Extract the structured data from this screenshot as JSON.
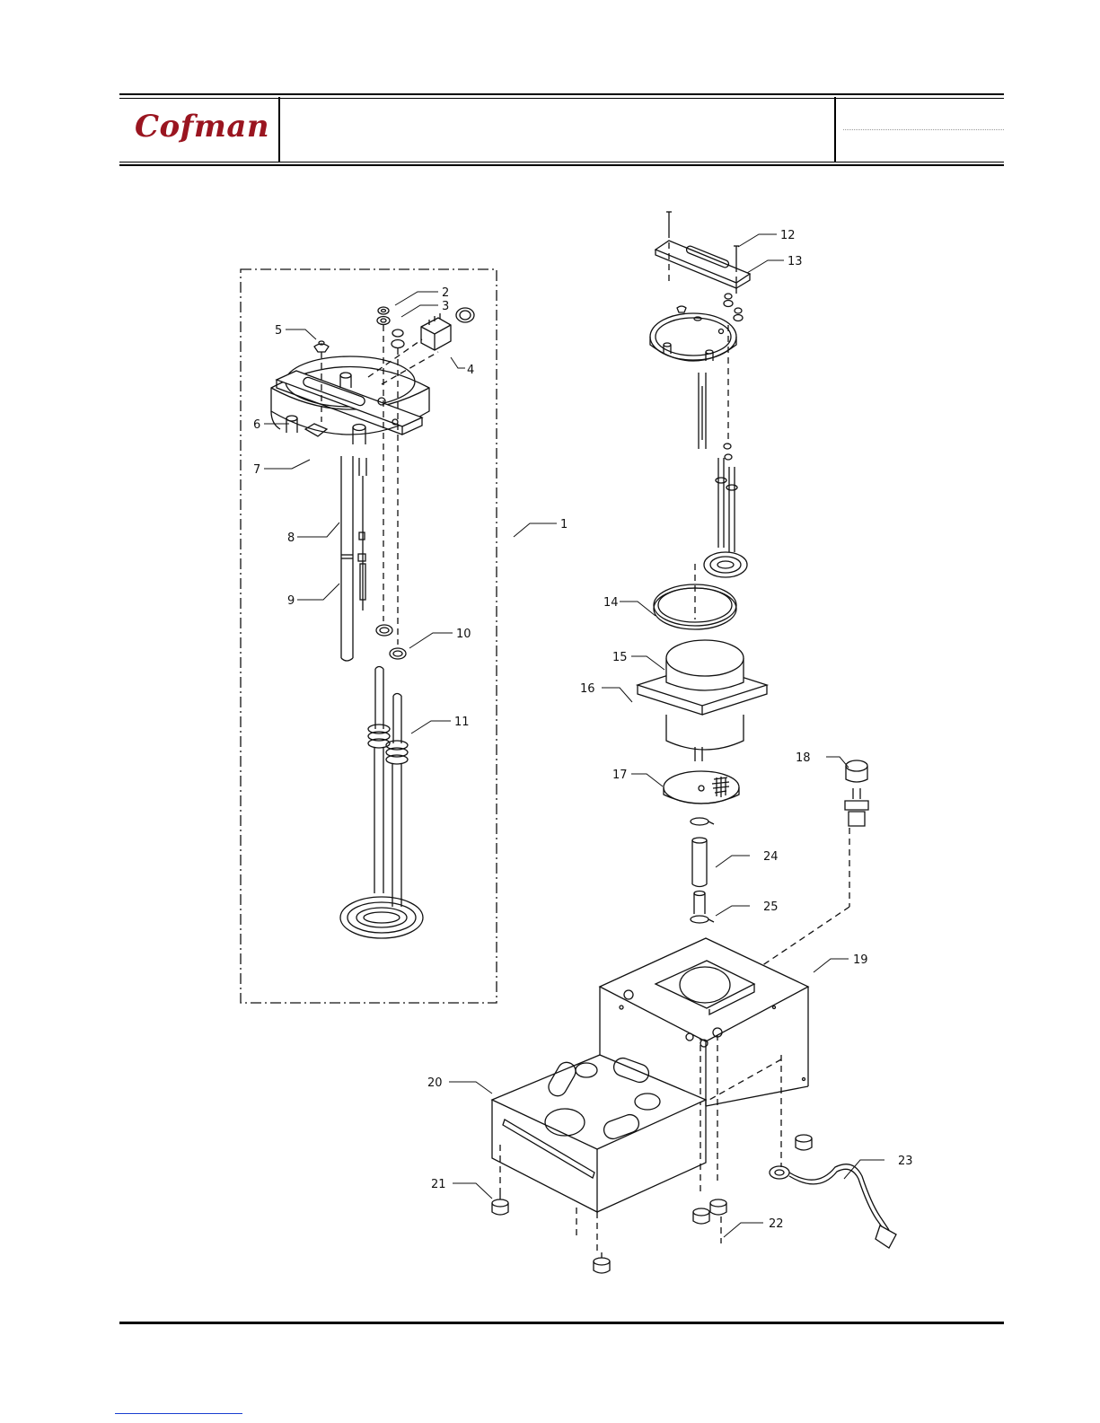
{
  "header": {
    "logo_text": "Cofman",
    "brand_color": "#9a1520"
  },
  "callouts": [
    "1",
    "2",
    "3",
    "4",
    "5",
    "6",
    "7",
    "8",
    "9",
    "10",
    "11",
    "12",
    "13",
    "14",
    "15",
    "16",
    "17",
    "18",
    "19",
    "20",
    "21",
    "22",
    "23",
    "24",
    "25"
  ]
}
